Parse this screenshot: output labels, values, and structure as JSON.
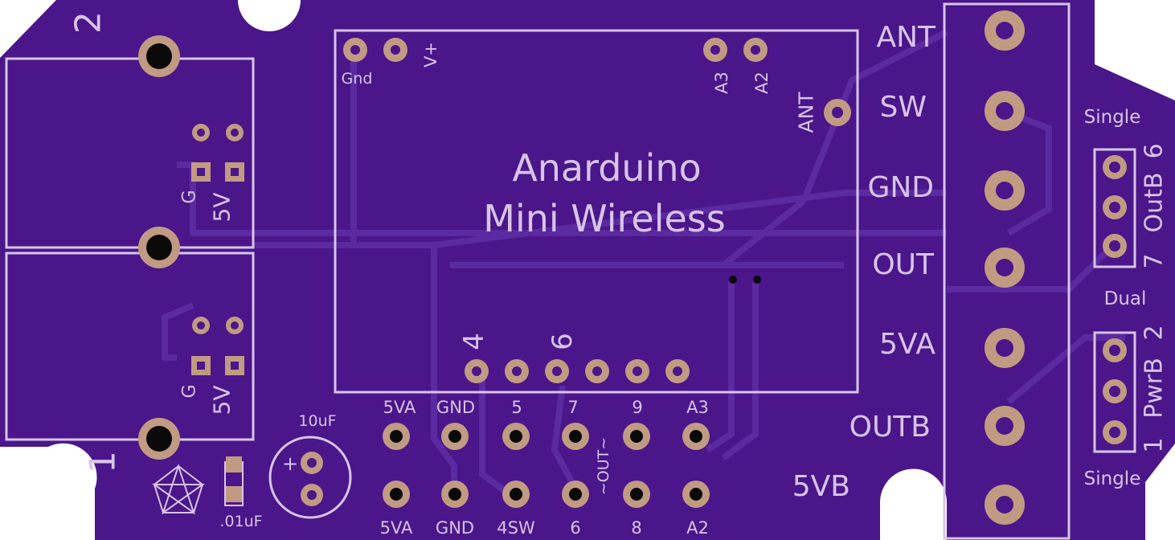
{
  "colors": {
    "board": "#4a168a",
    "trace": "#5b2aa0",
    "silk": "#d8c4e8",
    "pad": "#c19a82",
    "hole": "#0a0a0a"
  },
  "module": {
    "title_line1": "Anarduino",
    "title_line2": "Mini Wireless",
    "top_left_pins": [
      "Gnd",
      "V+"
    ],
    "top_right_pins": [
      "A3",
      "A2"
    ],
    "ant_pin": "ANT",
    "bottom_pin_markers": [
      "4",
      "6"
    ]
  },
  "left_ports": {
    "top_number": "2",
    "bottom_number": "1",
    "g_label": "G",
    "v_label": "5V"
  },
  "terminal_labels": [
    "ANT",
    "SW",
    "GND",
    "OUT",
    "5VA",
    "OUTB",
    "5VB"
  ],
  "headers": {
    "top_row": [
      "5VA",
      "GND",
      "5",
      "7",
      "9",
      "A3"
    ],
    "bottom_row": [
      "5VA",
      "GND",
      "4SW",
      "6",
      "8",
      "A2"
    ],
    "out_marker": "~OUT~"
  },
  "caps": {
    "electrolytic": "10uF",
    "ceramic": ".01uF",
    "plus": "+"
  },
  "jumpers": {
    "outb": {
      "top": "Single",
      "bottom": "Dual",
      "left_num": "7",
      "name": "OutB",
      "right_num": "6"
    },
    "pwrb": {
      "bottom": "Single",
      "left_num": "1",
      "name": "PwrB",
      "right_num": "2"
    }
  }
}
